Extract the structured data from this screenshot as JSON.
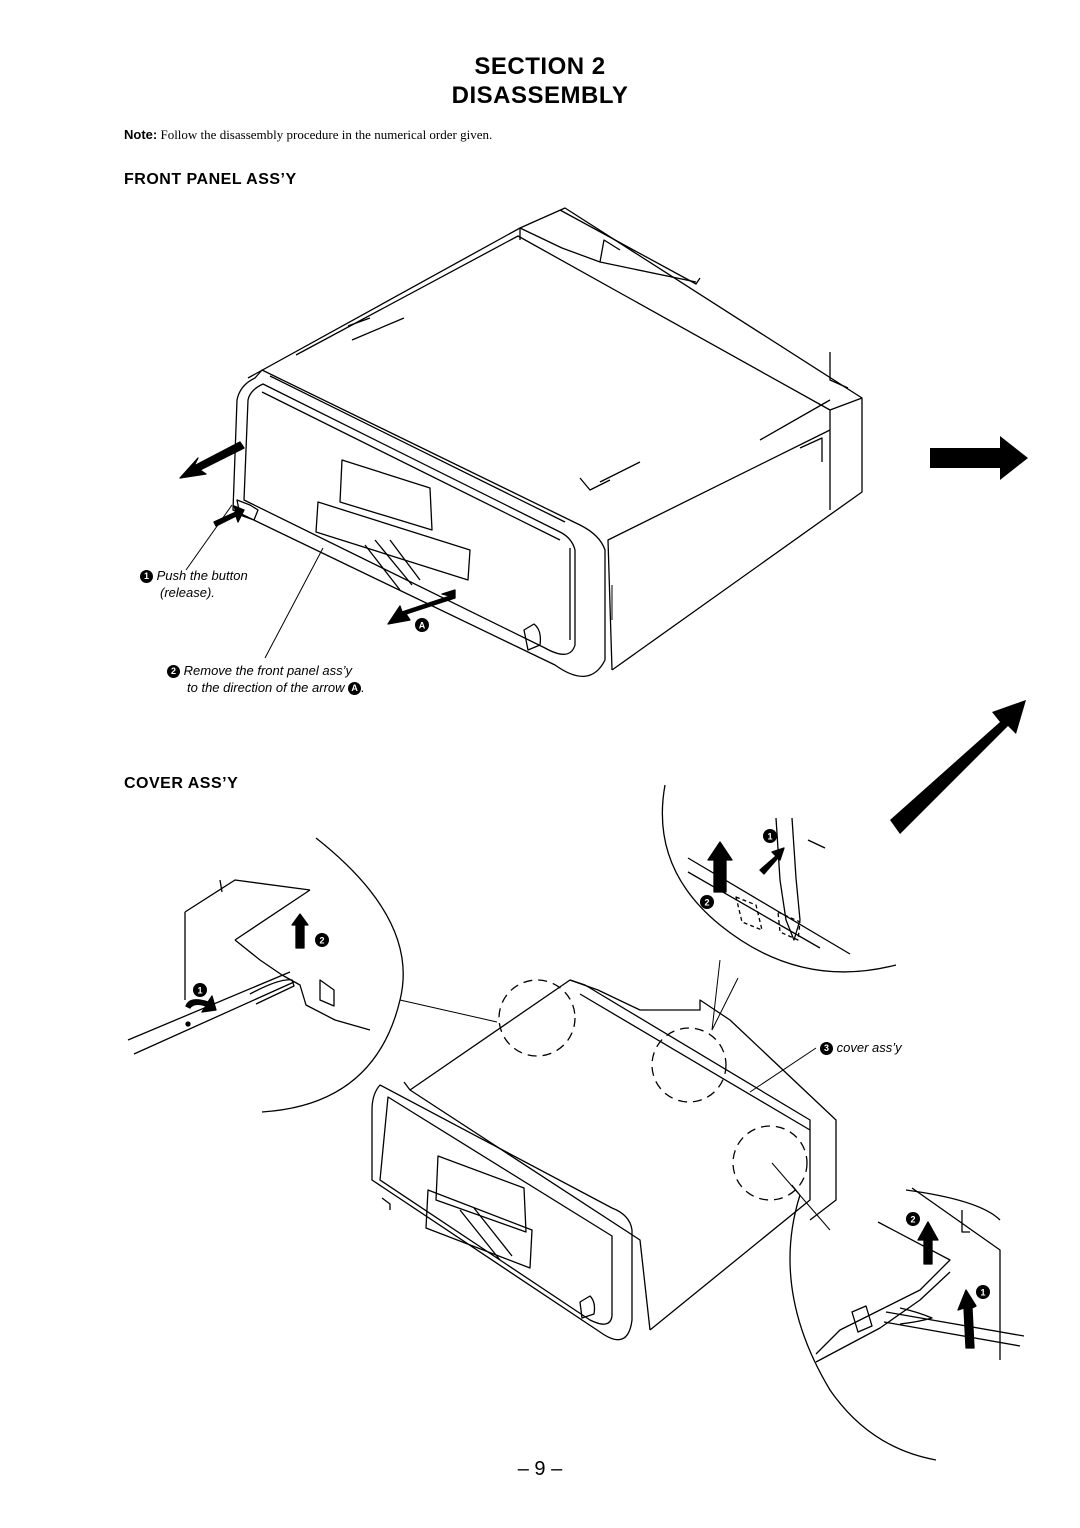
{
  "header": {
    "section": "SECTION  2",
    "title": "DISASSEMBLY"
  },
  "note": {
    "label": "Note:",
    "text": "Follow the disassembly procedure in the numerical order given."
  },
  "front_panel": {
    "heading": "FRONT  PANEL  ASS’Y",
    "step1_line1": "Push the button",
    "step1_line2": "(release).",
    "step2_line1": "Remove the front panel ass’y",
    "step2_line2": "to the direction of the arrow",
    "arrow_label": "A",
    "period": "."
  },
  "cover": {
    "heading": "COVER  ASS’Y",
    "step3_label": "cover ass’y"
  },
  "steps": {
    "one": "1",
    "two": "2",
    "three": "3"
  },
  "page_number": "– 9 –",
  "icons": [
    "arrow-right-icon",
    "arrow-up-right-icon",
    "screwdriver-icon",
    "step-badge-icon"
  ]
}
